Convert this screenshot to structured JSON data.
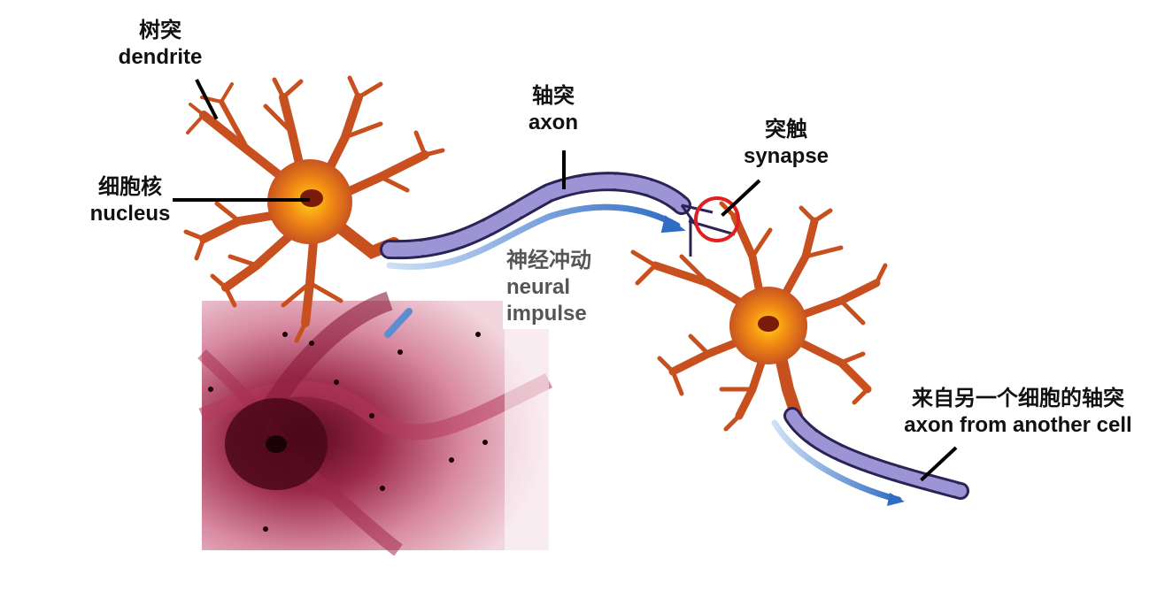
{
  "labels": {
    "dendrite": {
      "zh": "树突",
      "en": "dendrite"
    },
    "nucleus": {
      "zh": "细胞核",
      "en": "nucleus"
    },
    "axon": {
      "zh": "轴突",
      "en": "axon"
    },
    "synapse": {
      "zh": "突触",
      "en": "synapse"
    },
    "impulse": {
      "zh": "神经冲动",
      "en1": "neural",
      "en2": "impulse"
    },
    "other_axon": {
      "zh": "来自另一个细胞的轴突",
      "en": "axon from another cell"
    }
  },
  "colors": {
    "cell_body": "#c8501f",
    "cell_core": "#f5a000",
    "axon_sheath": "#8f87c8",
    "impulse_arrow": "#3c78c8",
    "micrograph": "#b1385a",
    "synapse_circle": "#e02020"
  }
}
